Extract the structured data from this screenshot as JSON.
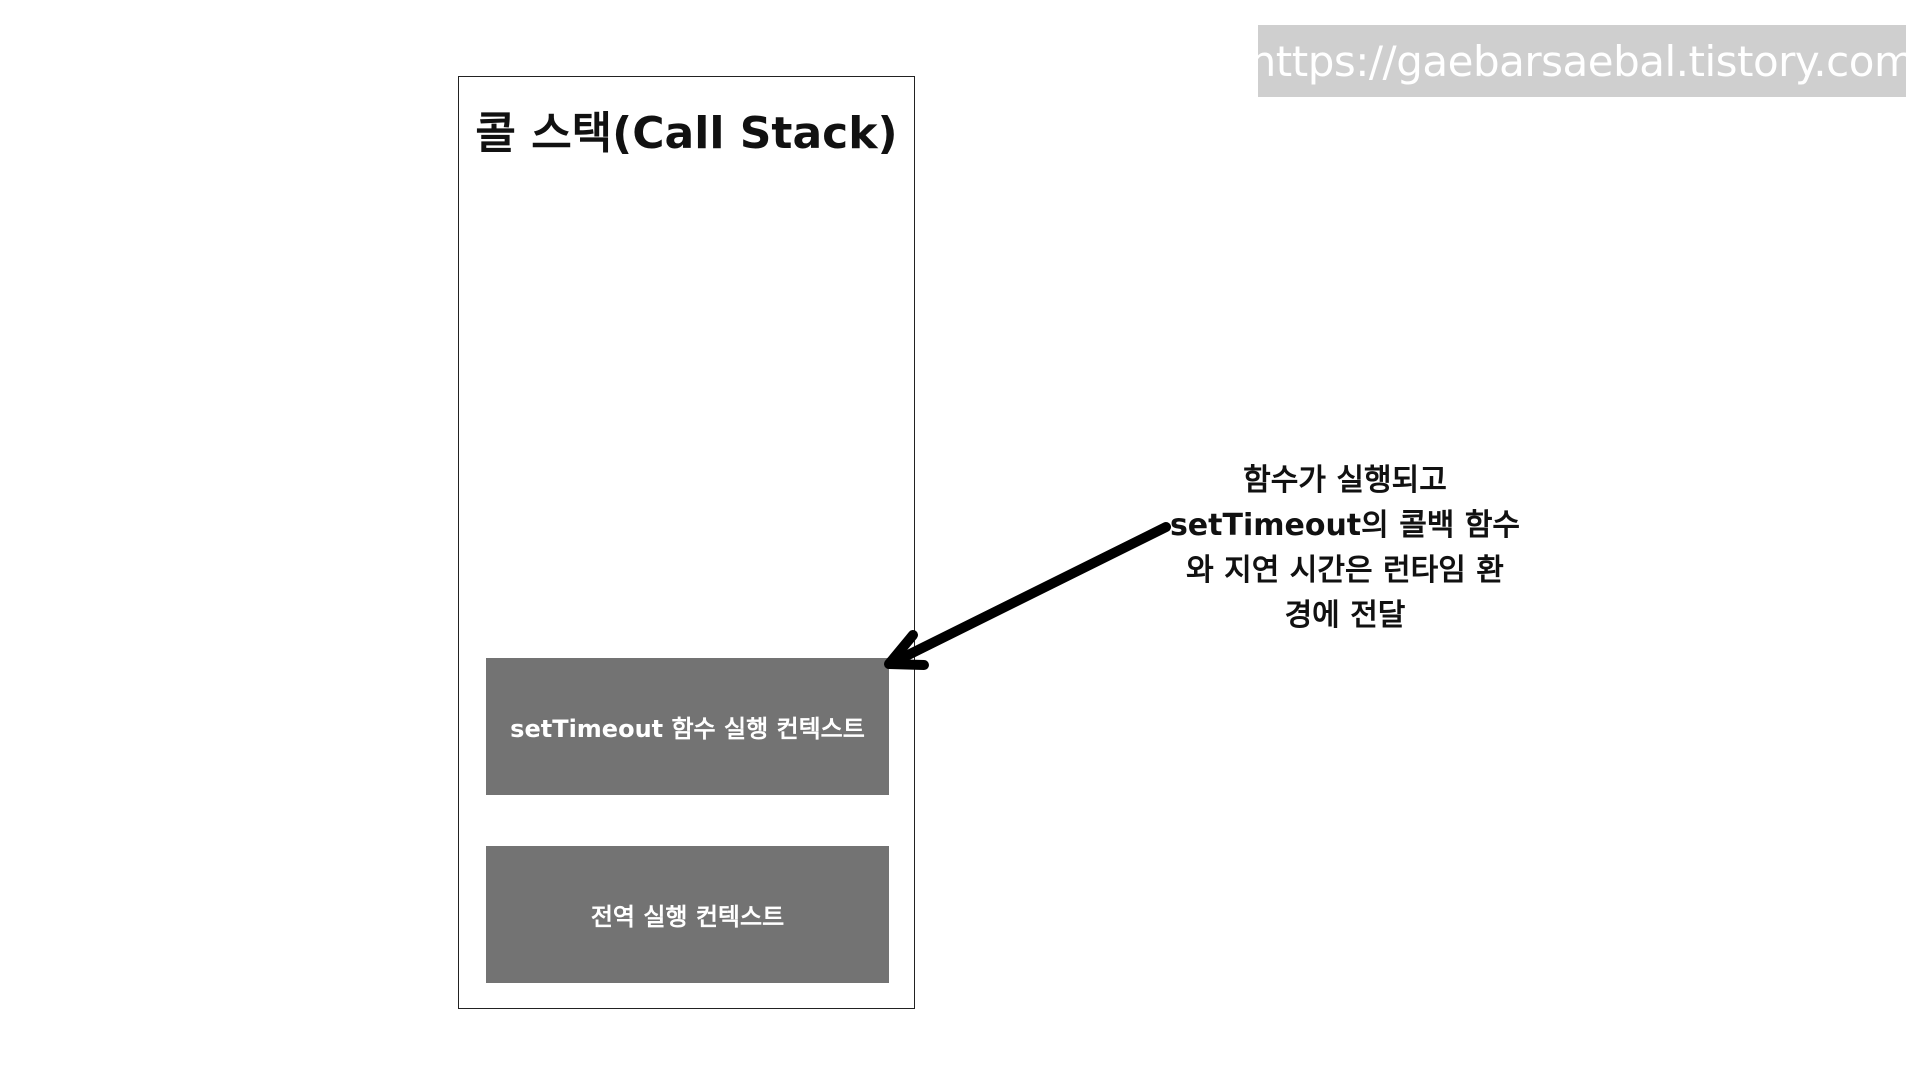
{
  "watermark": {
    "text": "https://gaebarsaebal.tistory.com"
  },
  "call_stack": {
    "title": "콜 스택(Call Stack)",
    "frames": [
      {
        "label": "setTimeout 함수 실행 컨텍스트"
      },
      {
        "label": "전역 실행 컨텍스트"
      }
    ]
  },
  "annotation": {
    "lines": [
      "함수가 실행되고",
      "setTimeout의 콜백 함수",
      "와 지연 시간은 런타임 환",
      "경에 전달"
    ]
  },
  "colors": {
    "frame_fill": "#737373",
    "frame_text": "#ffffff",
    "watermark_bg": "#cfcfcf",
    "arrow": "#000000"
  }
}
